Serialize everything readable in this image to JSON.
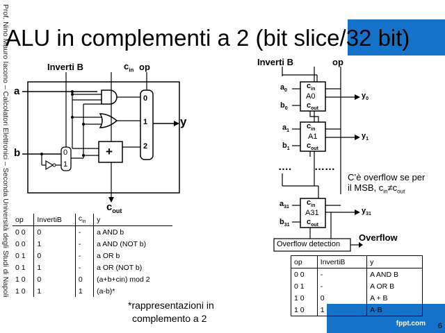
{
  "sidebar_text": "Prof. Nino Mauro Iacono – Calcolatori Elettronici – Seconda Università degli Studi di Napoli",
  "title": "ALU in complementi a 2 (bit slice/32 bit)",
  "footer": "fppt.com",
  "page_number": "6",
  "left_diagram": {
    "inverti_b": "Inverti B",
    "cin": "c",
    "cin_sub": "in",
    "op": "op",
    "input_a": "a",
    "input_b": "b",
    "output_y": "y",
    "cout": "c",
    "cout_sub": "out",
    "mux_in_0": "0",
    "mux_in_1": "1",
    "mux_in_2": "2",
    "bmux_0": "0",
    "bmux_1": "1",
    "plus": "+"
  },
  "table1": {
    "headers": [
      "op",
      "InvertiB",
      "c",
      "y"
    ],
    "cin_sub": "in",
    "rows": [
      [
        "0 0",
        "0",
        "-",
        "a AND b"
      ],
      [
        "0 0",
        "1",
        "-",
        "a AND (NOT b)"
      ],
      [
        "0 1",
        "0",
        "-",
        "a OR b"
      ],
      [
        "0 1",
        "1",
        "-",
        "a OR (NOT b)"
      ],
      [
        "1 0",
        "0",
        "0",
        "(a+b+cin) mod 2"
      ],
      [
        "1 0",
        "1",
        "1",
        "(a-b)*"
      ]
    ]
  },
  "footnote_line1": "*rappresentazioni in",
  "footnote_line2": "complemento a 2",
  "right_diagram": {
    "inverti_b": "Inverti B",
    "op": "op",
    "dots_left": "….",
    "dots_right": "……",
    "overflow_note_line1": "C’è overflow se per",
    "overflow_note_line2": "il MSB, c",
    "overflow_note_sub1": "in",
    "overflow_note_neq": "≠c",
    "overflow_note_sub2": "out",
    "overflow_detection": "Overflow detection",
    "overflow": "Overflow",
    "slices": [
      {
        "a": "a",
        "a_sub": "0",
        "b": "b",
        "b_sub": "0",
        "name": "A0",
        "y": "y",
        "y_sub": "0"
      },
      {
        "a": "a",
        "a_sub": "1",
        "b": "b",
        "b_sub": "1",
        "name": "A1",
        "y": "y",
        "y_sub": "1"
      },
      {
        "a": "a",
        "a_sub": "31",
        "b": "b",
        "b_sub": "31",
        "name": "A31",
        "y": "y",
        "y_sub": "31"
      }
    ],
    "cin_label": "c",
    "cin_sub": "in",
    "cout_label": "c",
    "cout_sub": "out"
  },
  "table2": {
    "headers": [
      "op",
      "InvertiB",
      "y"
    ],
    "rows": [
      [
        "0 0",
        "-",
        "A AND B"
      ],
      [
        "0 1",
        "-",
        "A OR B"
      ],
      [
        "1 0",
        "0",
        "A + B"
      ],
      [
        "1 0",
        "1",
        "A-B"
      ]
    ]
  }
}
